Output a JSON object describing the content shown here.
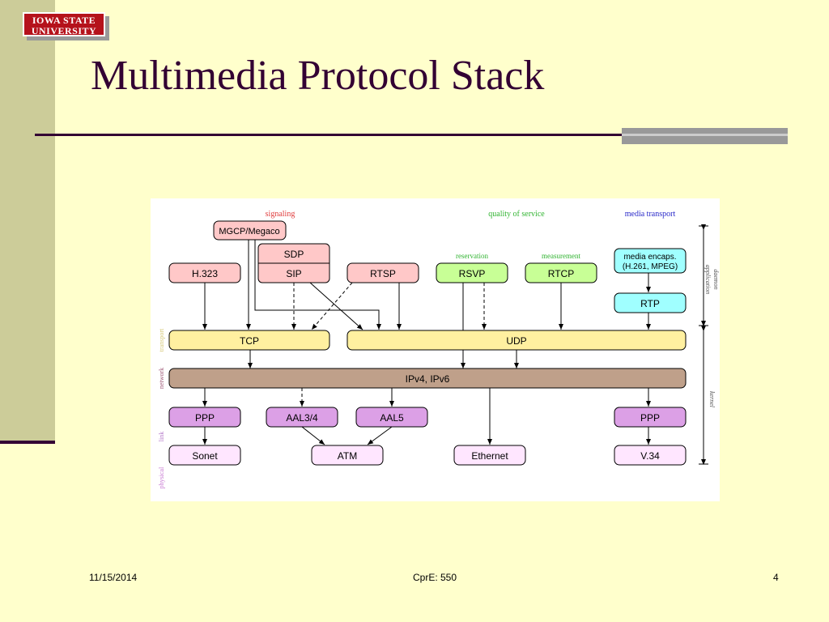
{
  "slide": {
    "title": "Multimedia Protocol Stack",
    "logo_line1": "IOWA STATE",
    "logo_line2": "UNIVERSITY"
  },
  "footer": {
    "date": "11/15/2014",
    "course": "CprE: 550",
    "page": "4"
  },
  "diagram": {
    "headers": {
      "signaling": "signaling",
      "qos": "quality of service",
      "media": "media transport",
      "reservation": "reservation",
      "measurement": "measurement"
    },
    "boxes": {
      "mgcp": "MGCP/Megaco",
      "sdp": "SDP",
      "sip": "SIP",
      "h323": "H.323",
      "rtsp": "RTSP",
      "rsvp": "RSVP",
      "rtcp": "RTCP",
      "media_encaps_1": "media encaps.",
      "media_encaps_2": "(H.261, MPEG)",
      "rtp": "RTP",
      "tcp": "TCP",
      "udp": "UDP",
      "ip": "IPv4, IPv6",
      "ppp_left": "PPP",
      "aal34": "AAL3/4",
      "aal5": "AAL5",
      "ppp_right": "PPP",
      "sonet": "Sonet",
      "atm": "ATM",
      "ethernet": "Ethernet",
      "v34": "V.34"
    },
    "left_labels": {
      "transport": "transport",
      "network": "network",
      "link": "link",
      "physical": "physical"
    },
    "right_labels": {
      "app_1": "application",
      "app_2": "daemon",
      "kernel": "kernel"
    },
    "colors": {
      "signaling": "#ffc8c8",
      "qos": "#c8ff96",
      "media": "#a0ffff",
      "transport": "#fff0a0",
      "network": "#bfa08a",
      "link": "#dca0e6",
      "physical": "#ffe6ff"
    }
  }
}
